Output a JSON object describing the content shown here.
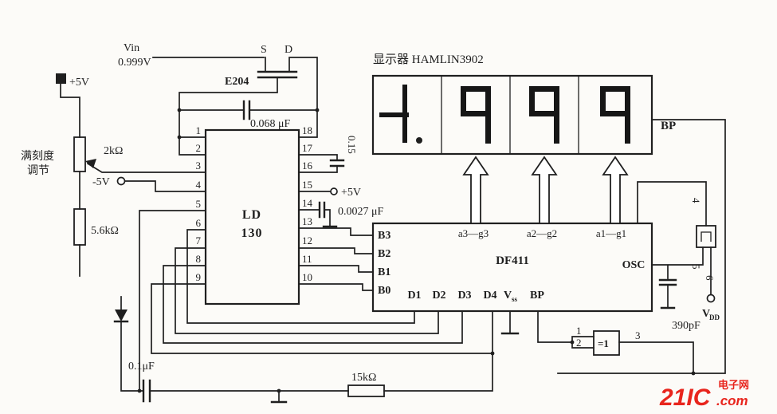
{
  "colors": {
    "ink": "#1f1f1f",
    "paper": "#fcfbf8",
    "red": "#e8251d"
  },
  "input": {
    "vin": "Vin",
    "vin_value": "0.999V"
  },
  "power": {
    "plus5_left": "+5V",
    "minus5": "-5V",
    "plus5_right": "+5V",
    "vdd_main": "V",
    "vdd_sub": "DD"
  },
  "adjust": {
    "label_line1": "满刻度",
    "label_line2": "调节",
    "pot": "2kΩ",
    "resistor": "5.6kΩ"
  },
  "transistor": {
    "name": "E204",
    "source": "S",
    "drain": "D"
  },
  "capacitors": {
    "c_input": "0.068 μF",
    "c_ref": "0.15",
    "c_int": "0.0027 μF",
    "c_bottom": "0.1μF",
    "c_osc": "390pF"
  },
  "resistors": {
    "r_bottom": "15kΩ"
  },
  "ld130": {
    "name_line1": "LD",
    "name_line2": "130",
    "pins_left": [
      "1",
      "2",
      "3",
      "4",
      "5",
      "6",
      "7",
      "8",
      "9"
    ],
    "pins_right": [
      "18",
      "17",
      "16",
      "15",
      "14",
      "13",
      "12",
      "11",
      "10"
    ]
  },
  "display": {
    "title": "显示器 HAMLIN3902",
    "bp": "BP",
    "reading": "1999",
    "digits": [
      "1.",
      "9",
      "9",
      "9"
    ]
  },
  "df411": {
    "name": "DF411",
    "osc": "OSC",
    "data_pins": [
      "B3",
      "B2",
      "B1",
      "B0"
    ],
    "segment_buses": [
      "a3—g3",
      "a2—g2",
      "a1—g1"
    ],
    "digit_pins": [
      "D1",
      "D2",
      "D3",
      "D4"
    ],
    "vss_main": "V",
    "vss_sub": "ss",
    "bp": "BP"
  },
  "oscillator": {
    "pin4": "4",
    "pin5": "5",
    "pin6": "6"
  },
  "gate": {
    "label": "=1",
    "pin1": "1",
    "pin2": "2",
    "pin3": "3"
  },
  "watermark": {
    "brand": "21IC",
    "tld": ".com",
    "site": "电子网"
  }
}
